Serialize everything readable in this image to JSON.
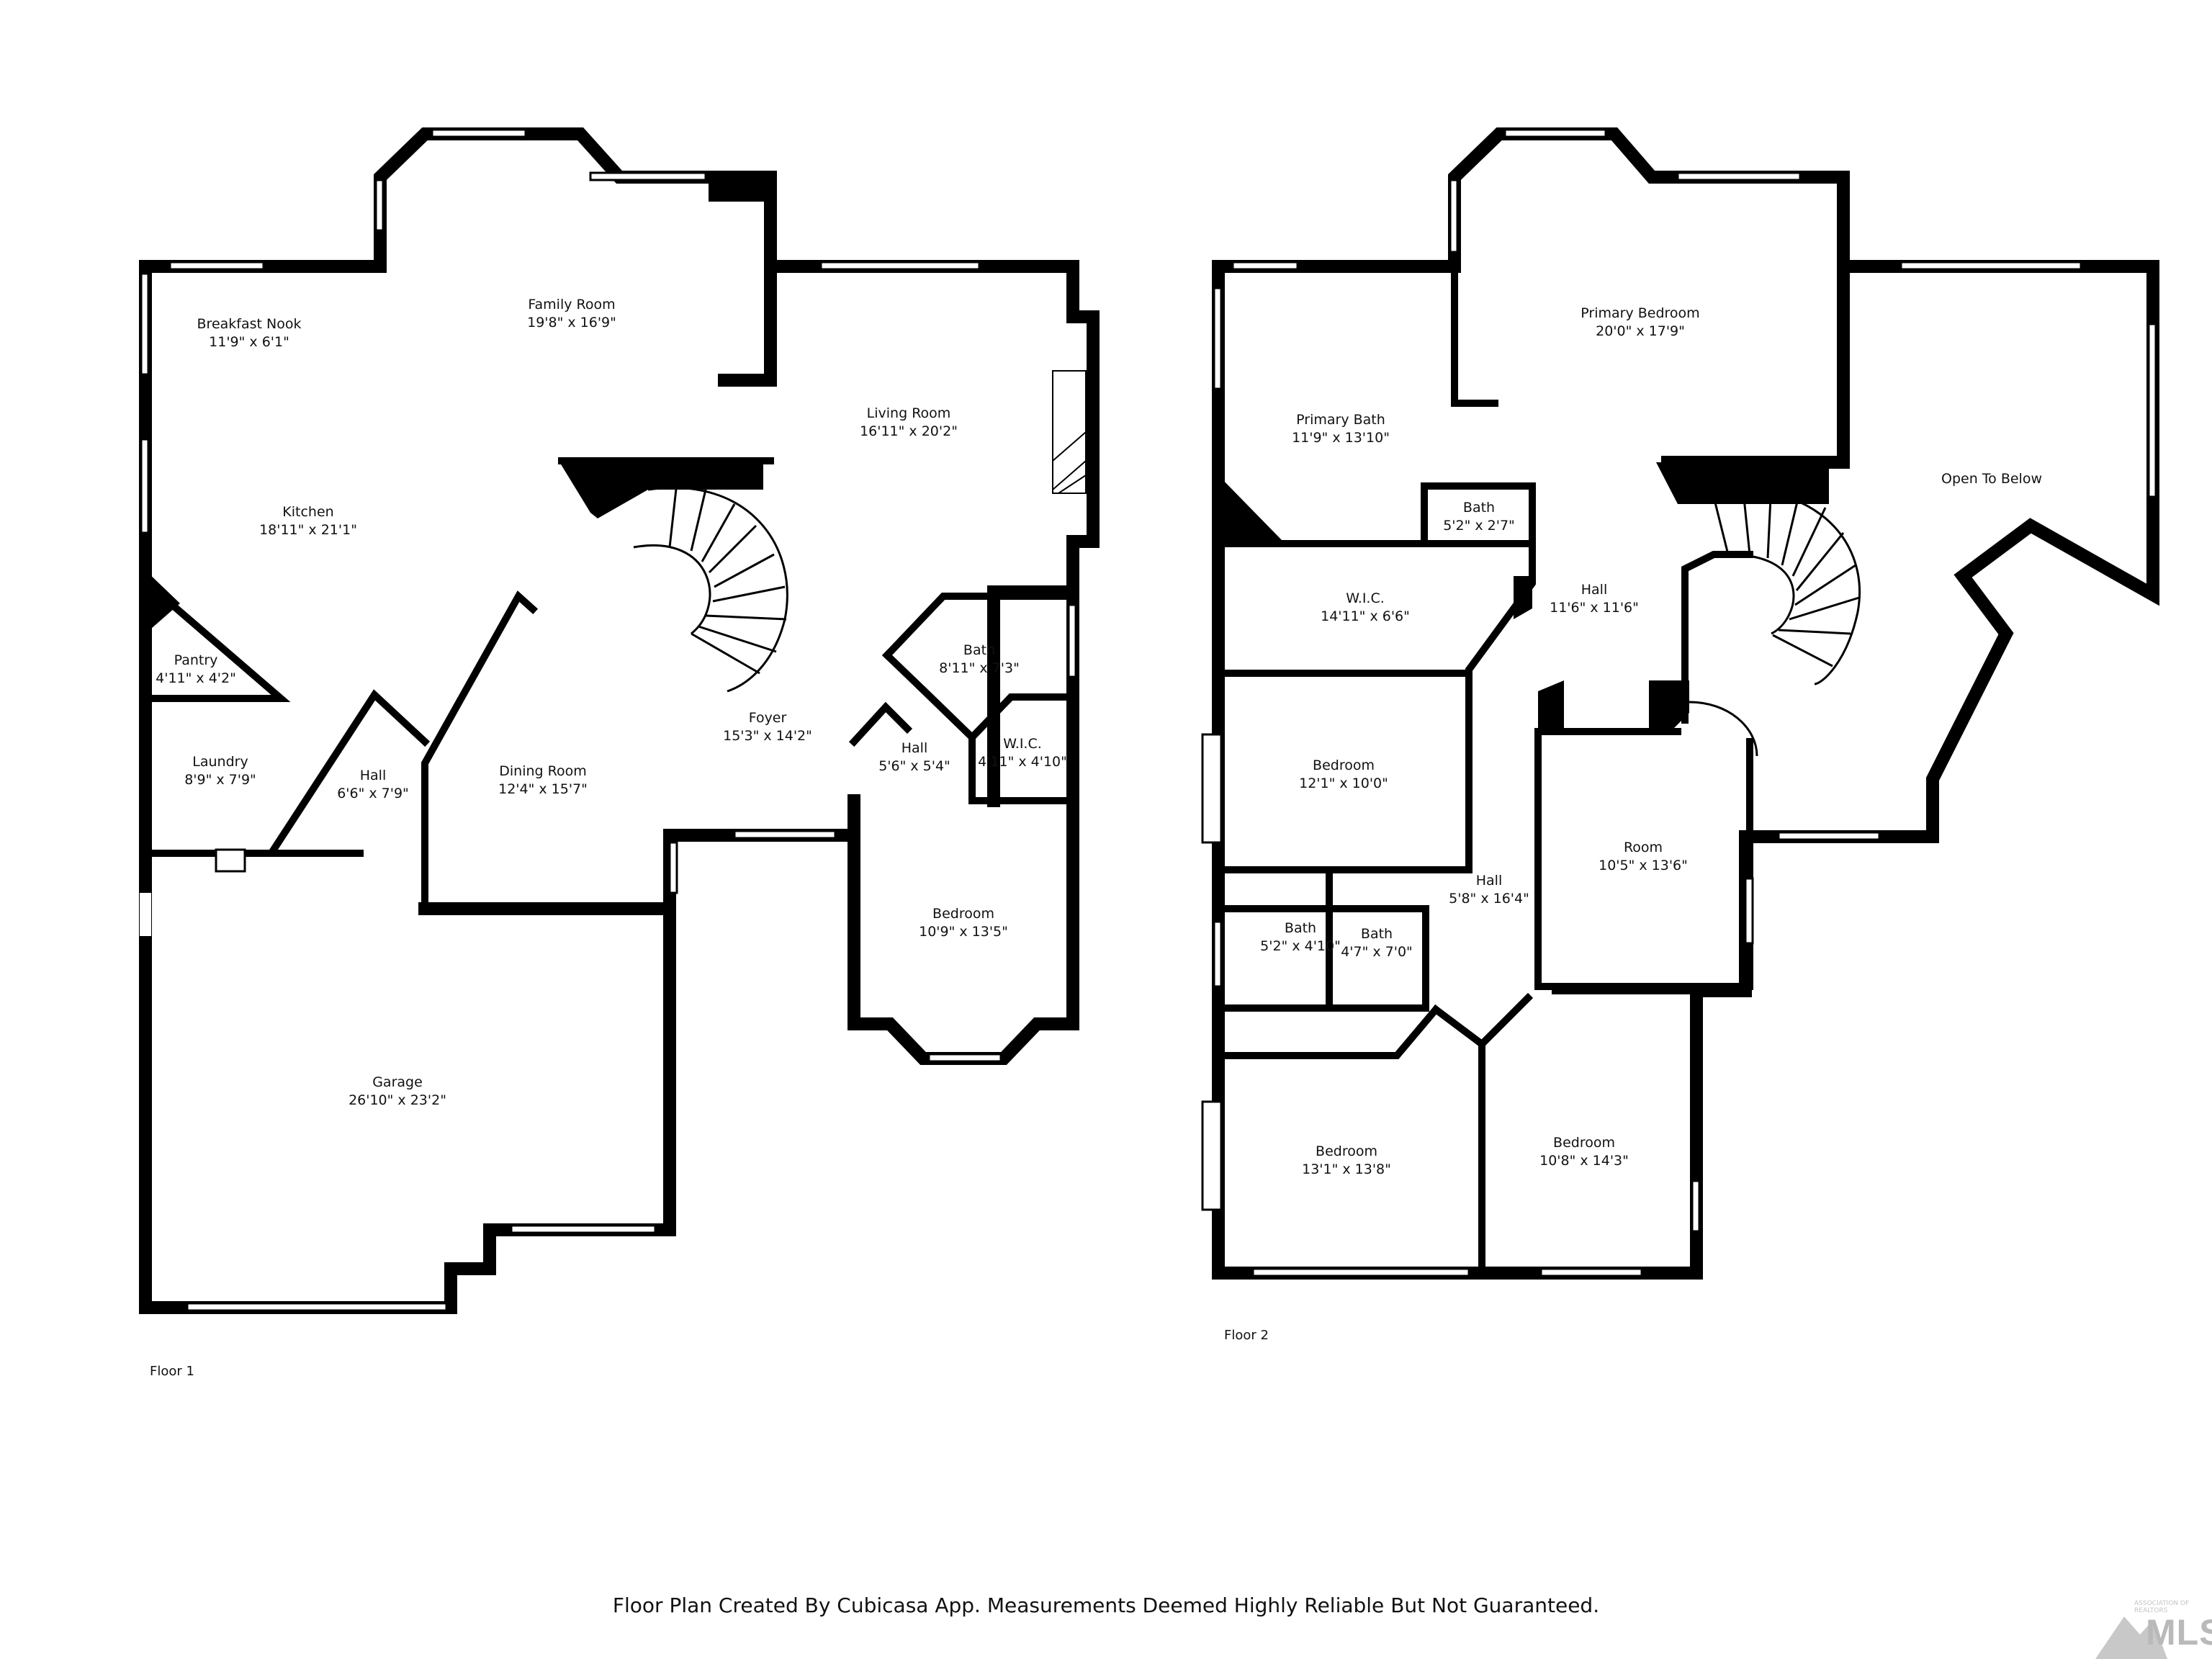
{
  "floors": [
    {
      "label": "Floor 1",
      "rooms": [
        {
          "name": "Breakfast Nook",
          "dims": "11'9\" x 6'1\""
        },
        {
          "name": "Family Room",
          "dims": "19'8\" x 16'9\""
        },
        {
          "name": "Living Room",
          "dims": "16'11\" x 20'2\""
        },
        {
          "name": "Kitchen",
          "dims": "18'11\" x 21'1\""
        },
        {
          "name": "Pantry",
          "dims": "4'11\" x 4'2\""
        },
        {
          "name": "Laundry",
          "dims": "8'9\" x 7'9\""
        },
        {
          "name": "Hall",
          "dims": "6'6\" x 7'9\""
        },
        {
          "name": "Dining Room",
          "dims": "12'4\" x 15'7\""
        },
        {
          "name": "Foyer",
          "dims": "15'3\" x 14'2\""
        },
        {
          "name": "Bath",
          "dims": "8'11\" x 7'3\""
        },
        {
          "name": "Hall",
          "dims": "5'6\" x 5'4\""
        },
        {
          "name": "W.I.C.",
          "dims": "4'11\" x 4'10\""
        },
        {
          "name": "Bedroom",
          "dims": "10'9\" x 13'5\""
        },
        {
          "name": "Garage",
          "dims": "26'10\" x 23'2\""
        }
      ]
    },
    {
      "label": "Floor 2",
      "rooms": [
        {
          "name": "Primary Bedroom",
          "dims": "20'0\" x 17'9\""
        },
        {
          "name": "Primary Bath",
          "dims": "11'9\" x 13'10\""
        },
        {
          "name": "Open To Below",
          "dims": ""
        },
        {
          "name": "Bath",
          "dims": "5'2\" x 2'7\""
        },
        {
          "name": "W.I.C.",
          "dims": "14'11\" x 6'6\""
        },
        {
          "name": "Hall",
          "dims": "11'6\" x 11'6\""
        },
        {
          "name": "Bedroom",
          "dims": "12'1\" x 10'0\""
        },
        {
          "name": "Room",
          "dims": "10'5\" x 13'6\""
        },
        {
          "name": "Hall",
          "dims": "5'8\" x 16'4\""
        },
        {
          "name": "Bath",
          "dims": "5'2\" x 4'10\""
        },
        {
          "name": "Bath",
          "dims": "4'7\" x 7'0\""
        },
        {
          "name": "Bedroom",
          "dims": "13'1\" x 13'8\""
        },
        {
          "name": "Bedroom",
          "dims": "10'8\" x 14'3\""
        }
      ]
    }
  ],
  "footer_note": "Floor Plan Created By Cubicasa App. Measurements Deemed Highly Reliable But Not Guaranteed.",
  "logo": {
    "text": "MLS",
    "small_text": "ASSOCIATION OF REALTORS"
  }
}
